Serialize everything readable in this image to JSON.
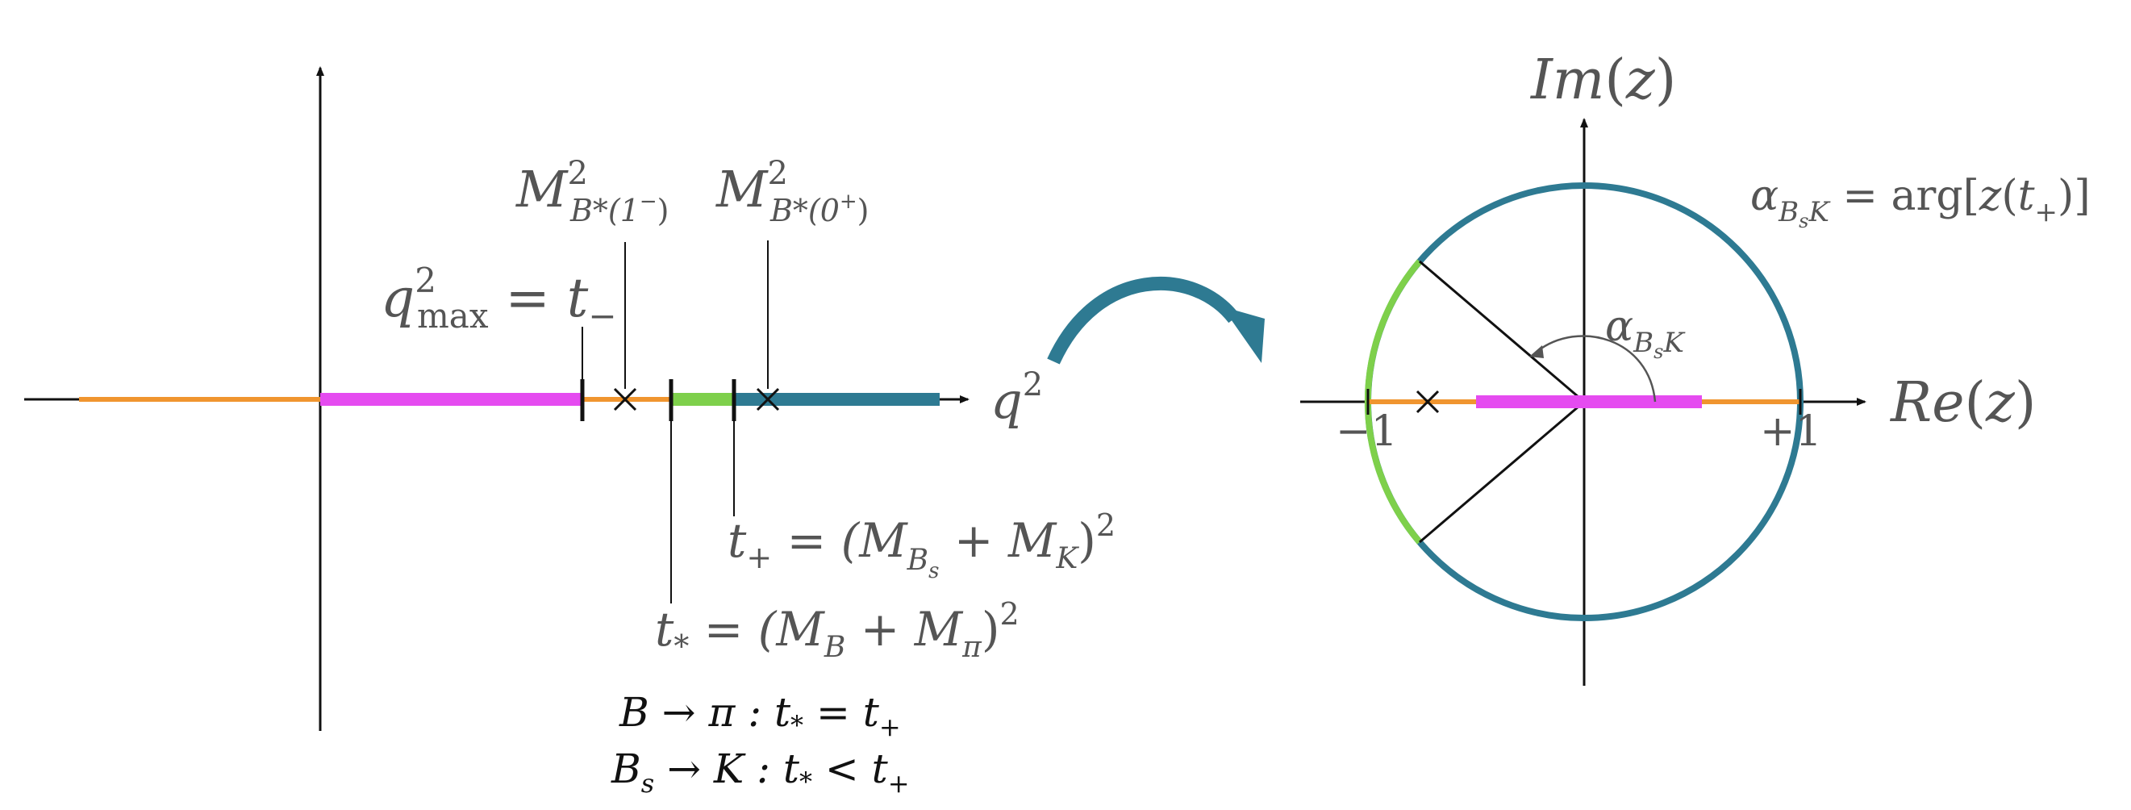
{
  "colors": {
    "orange": "#F0952F",
    "magenta": "#E54BF0",
    "green": "#7ED04B",
    "teal": "#2E7A92",
    "text_gray": "#555555",
    "black": "#111111"
  },
  "left_plane": {
    "axis_label": {
      "base": "q",
      "sup": "2"
    },
    "m_label_1": {
      "base": "M",
      "sup": "2",
      "sub": "B*(1",
      "sub_sup": "−",
      "sub_tail": ")"
    },
    "m_label_2": {
      "base": "M",
      "sup": "2",
      "sub": "B*(0",
      "sub_sup": "+",
      "sub_tail": ")"
    },
    "qmax_label": {
      "base": "q",
      "sup": "2",
      "sub": "max",
      "rest": " = t",
      "rest_sub": "−"
    },
    "t_plus_label": {
      "lhs": "t",
      "lhs_sub": "+",
      "rhs": " = (M",
      "m1_sub": "B",
      "m1_subsub": "s",
      "mid": " + M",
      "m2_sub": "K",
      "close": ")",
      "power": "2"
    },
    "t_star_label": {
      "lhs": "t",
      "lhs_sub": "*",
      "rhs": " = (M",
      "m1_sub": "B",
      "mid": " + M",
      "m2_sub": "π",
      "close": ")",
      "power": "2"
    },
    "case_1": {
      "a": "B",
      "arrow": " → ",
      "b": "π",
      "rest": " : t",
      "sub1": "*",
      "rel": " = t",
      "sub2": "+"
    },
    "case_2": {
      "a": "B",
      "a_sub": "s",
      "arrow": " → ",
      "b": "K",
      "rest": " : t",
      "sub1": "*",
      "rel": " < t",
      "sub2": "+"
    }
  },
  "right_plane": {
    "im_label": {
      "a": "Im",
      "b": "(",
      "c": "z",
      "d": ")"
    },
    "re_label": {
      "a": "Re",
      "b": "(",
      "c": "z",
      "d": ")"
    },
    "minus_one": "−1",
    "plus_one": "+1",
    "alpha_label": {
      "alpha": "α",
      "sub": "B",
      "subsub": "s",
      "subtail": "K"
    },
    "alpha_def": {
      "alpha": "α",
      "sub": "B",
      "subsub": "s",
      "subtail": "K",
      "rhs": " = arg[",
      "z": "z",
      "open": "(",
      "t": "t",
      "tsub": "+",
      "close": ")]"
    }
  }
}
